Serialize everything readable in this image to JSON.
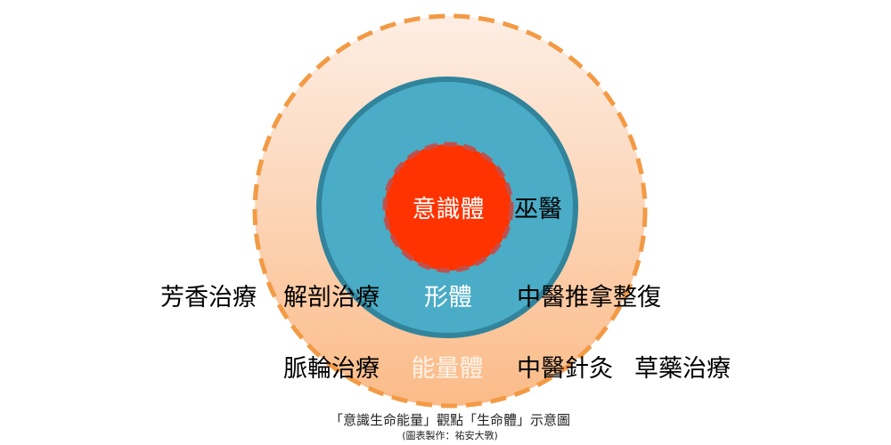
{
  "colors": {
    "outer_fill_top": "#fde9dc",
    "outer_fill_bottom": "#fbbf8f",
    "outer_stroke": "#f39a45",
    "middle_fill": "#4aacc6",
    "middle_stroke": "#31849b",
    "inner_fill": "#ff3300",
    "inner_stroke": "#c0504d"
  },
  "circles": {
    "inner": "意識體",
    "middle": "形體",
    "outer": "能量體"
  },
  "labels": {
    "wu_yi": "巫醫",
    "aroma": "芳香治療",
    "anatomy": "解剖治療",
    "tuina": "中醫推拿整復",
    "chakra": "脈輪治療",
    "acupuncture": "中醫針灸",
    "herbal": "草藥治療"
  },
  "caption": {
    "title": "「意識生命能量」觀點「生命體」示意圖",
    "credit": "(圖表製作：祐安大斆)"
  }
}
